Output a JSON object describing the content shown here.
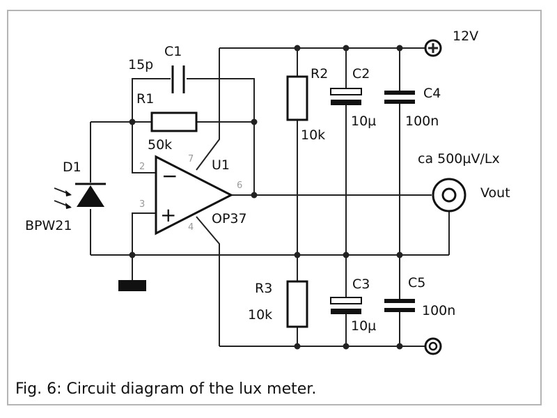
{
  "labels": {
    "c1_name": "C1",
    "c1_value": "15p",
    "r1_name": "R1",
    "r1_value": "50k",
    "d1_name": "D1",
    "d1_part": "BPW21",
    "u1_name": "U1",
    "u1_part": "OP37",
    "r2_name": "R2",
    "r2_value": "10k",
    "r3_name": "R3",
    "r3_value": "10k",
    "c2_name": "C2",
    "c2_value": "10µ",
    "c3_name": "C3",
    "c3_value": "10µ",
    "c4_name": "C4",
    "c4_value": "100n",
    "c5_name": "C5",
    "c5_value": "100n",
    "supply": "12V",
    "sensitivity": "ca 500µV/Lx",
    "output": "Vout"
  },
  "pins": {
    "inv": "2",
    "noninv": "3",
    "vplus": "7",
    "vminus": "4",
    "out": "6"
  },
  "opamp_signs": {
    "minus": "−",
    "plus": "+"
  },
  "caption": "Fig. 6: Circuit diagram of the lux meter."
}
